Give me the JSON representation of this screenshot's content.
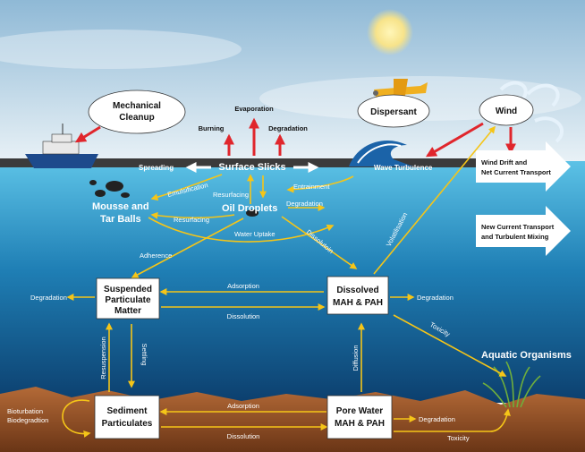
{
  "bubbles": {
    "mechanical": [
      "Mechanical",
      "Cleanup"
    ],
    "dispersant": "Dispersant",
    "wind": "Wind"
  },
  "surface": {
    "burning": "Burning",
    "evaporation": "Evaporation",
    "degradation": "Degradation",
    "spreading": "Spreading",
    "slicks": "Surface Slicks",
    "wave": "Wave Turbulence"
  },
  "right_arrows": {
    "drift": [
      "Wind Drift and",
      "Net Current Transport"
    ],
    "current": [
      "New Current Transport",
      "and Turbulent Mixing"
    ]
  },
  "water": {
    "emulsification": "Emulsification",
    "resurfacing1": "Resurfacing",
    "entrainment": "Entrainment",
    "mousse": [
      "Mousse and",
      "Tar Balls"
    ],
    "droplets": "Oil Droplets",
    "degradation_droplets": "Degradation",
    "resurfacing2": "Resurfacing",
    "uptake": "Water Uptake",
    "dissolution_diag": "Dissolutoin",
    "volatilisation": "Volatilisation",
    "adherence": "Adherence"
  },
  "boxes": {
    "spm": [
      "Suspended",
      "Particulate",
      "Matter"
    ],
    "dissolved": [
      "Dissolved",
      "MAH & PAH"
    ],
    "sediment": [
      "Sediment",
      "Particulates"
    ],
    "porewater": [
      "Pore Water",
      "MAH & PAH"
    ]
  },
  "processes": {
    "deg_left": "Degradation",
    "adsorption_mid": "Adsorption",
    "dissolution_mid": "Dissolution",
    "deg_right": "Degradation",
    "toxicity": "Toxicity",
    "aquatic": "Aquatic Organisms",
    "resuspension": "Resuspension",
    "settling": "Settling",
    "diffusion": "Diffusion",
    "bioturbation": [
      "Bioturbation",
      "Biodegradtion"
    ],
    "adsorption_bottom": "Adsorption",
    "dissolution_bottom": "Dissolution",
    "deg_bottom": "Degradation",
    "toxicity_bottom": "Toxicity"
  }
}
